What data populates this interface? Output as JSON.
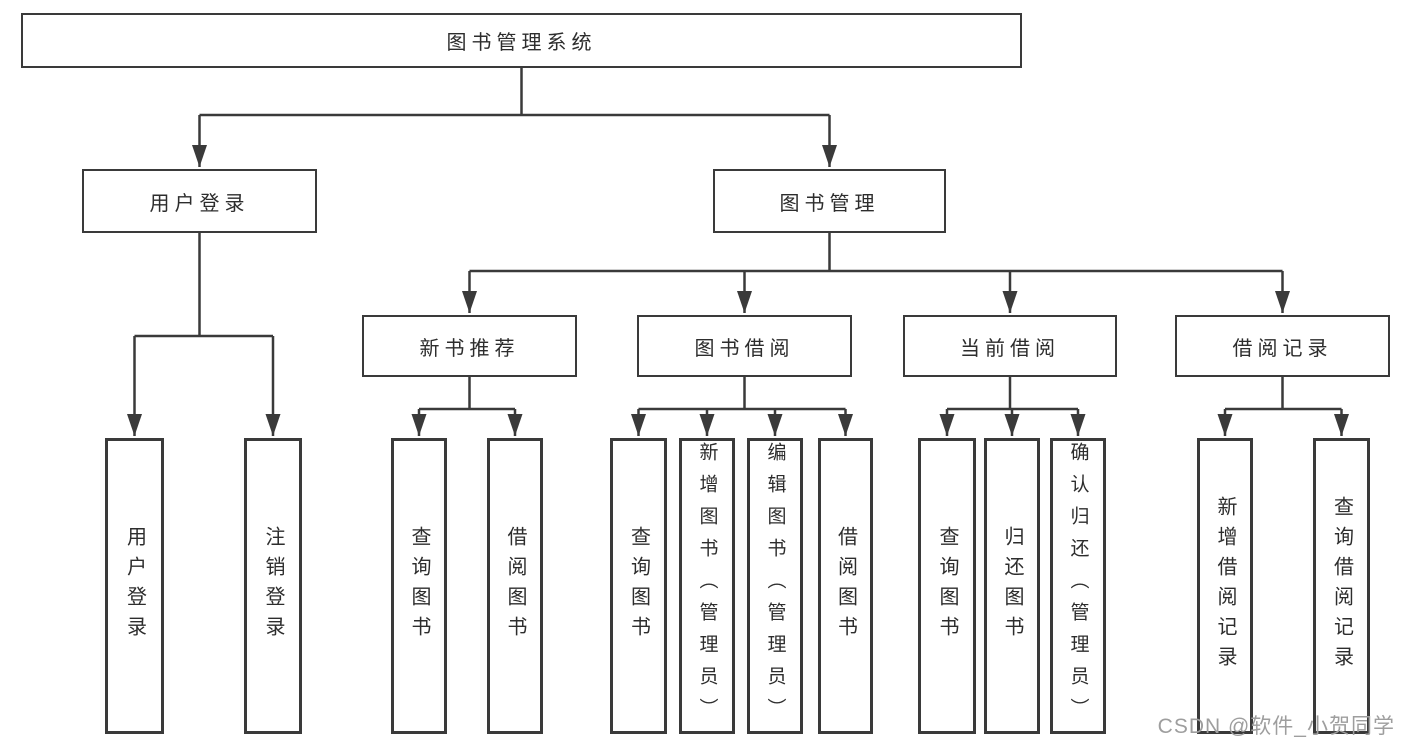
{
  "tree": {
    "root": {
      "label": "图书管理系统"
    },
    "level2": [
      {
        "label": "用户登录"
      },
      {
        "label": "图书管理"
      }
    ],
    "level3": [
      {
        "label": "新书推荐"
      },
      {
        "label": "图书借阅"
      },
      {
        "label": "当前借阅"
      },
      {
        "label": "借阅记录"
      }
    ],
    "leaves": {
      "user_login": [
        {
          "label": "用户登录"
        },
        {
          "label": "注销登录"
        }
      ],
      "new_book_recommend": [
        {
          "label": "查询图书"
        },
        {
          "label": "借阅图书"
        }
      ],
      "book_borrow": [
        {
          "label": "查询图书"
        },
        {
          "label": "新增图书（管理员）"
        },
        {
          "label": "编辑图书（管理员）"
        },
        {
          "label": "借阅图书"
        }
      ],
      "current_borrow": [
        {
          "label": "查询图书"
        },
        {
          "label": "归还图书"
        },
        {
          "label": "确认归还（管理员）"
        }
      ],
      "borrow_records": [
        {
          "label": "新增借阅记录"
        },
        {
          "label": "查询借阅记录"
        }
      ]
    },
    "watermark": "CSDN @软件_小贺同学",
    "colors": {
      "line": "#3a3a3a",
      "text": "#2d2d2d",
      "watermark": "#9e9e9e",
      "background": "#ffffff"
    }
  }
}
